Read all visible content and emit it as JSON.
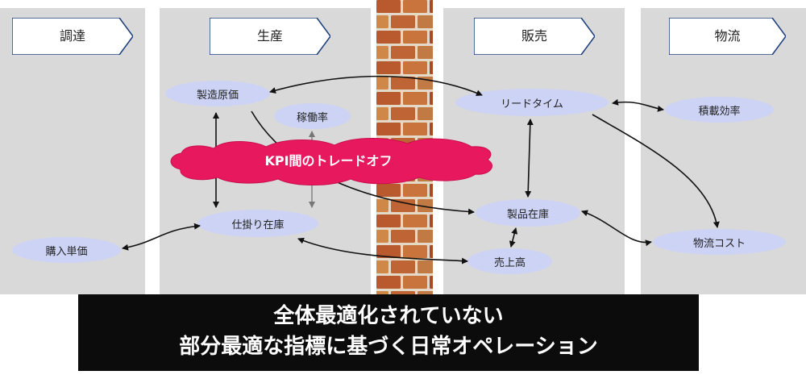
{
  "stages": [
    "調達",
    "生産",
    "販売",
    "物流"
  ],
  "nodes": {
    "manufacturing_cost": "製造原価",
    "utilization": "稼働率",
    "wip_inventory": "仕掛り在庫",
    "purchase_price": "購入単価",
    "lead_time": "リードタイム",
    "loading_efficiency": "積載効率",
    "product_inventory": "製品在庫",
    "sales": "売上高",
    "logistics_cost": "物流コスト"
  },
  "tradeoff_label": "KPI間のトレードオフ",
  "banner": {
    "line1": "全体最適化されていない",
    "line2": "部分最適な指標に基づく日常オペレーション"
  },
  "colors": {
    "lane": "#d9d9d9",
    "node": "#cdd3f5",
    "cloud": "#e8185f",
    "brick": "#b85a2e",
    "banner": "#0c0c0c"
  }
}
